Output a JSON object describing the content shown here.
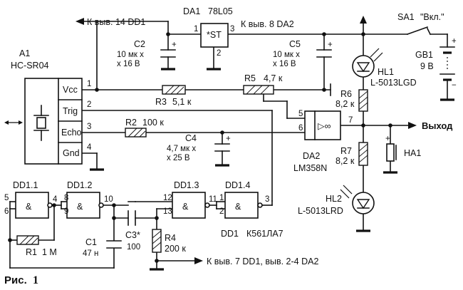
{
  "figure": {
    "caption_prefix": "Рис.",
    "caption_number": "1"
  },
  "sensor": {
    "ref": "A1",
    "model": "HC-SR04",
    "pins": [
      {
        "name": "Vcc",
        "num": "1"
      },
      {
        "name": "Trig",
        "num": "2"
      },
      {
        "name": "Echo",
        "num": "3"
      },
      {
        "name": "Gnd",
        "num": "4"
      }
    ],
    "arrows_symbol": "↔"
  },
  "regulator": {
    "ref": "DA1",
    "model": "78L05",
    "symbol": "*ST",
    "pin_in": "1",
    "pin_out": "3",
    "pin_gnd": "2"
  },
  "opamp": {
    "ref": "DA2",
    "model": "LM358N",
    "symbol": "▷∞",
    "pin_plus": "5",
    "pin_minus": "6",
    "pin_out": "7"
  },
  "logic": {
    "ic_ref": "DD1",
    "ic_model": "К561ЛА7",
    "gates": [
      {
        "ref": "DD1.1",
        "in_a": "5",
        "in_b": "6",
        "out": "4"
      },
      {
        "ref": "DD1.2",
        "in_a": "8",
        "in_b": "9",
        "out": "10"
      },
      {
        "ref": "DD1.3",
        "in_a": "12",
        "in_b": "13",
        "out": "11"
      },
      {
        "ref": "DD1.4",
        "in_a": "1",
        "in_b": "2",
        "out": "3"
      }
    ],
    "gate_symbol": "&"
  },
  "labels": {
    "to_dd1_pin14": "К выв. 14 DD1",
    "to_da2_pin8": "К выв. 8 DA2",
    "to_gnd_pins": "К выв. 7 DD1, выв. 2-4 DA2",
    "output": "Выход"
  },
  "switch": {
    "ref": "SA1",
    "label": "\"Вкл.\""
  },
  "battery": {
    "ref": "GB1",
    "value": "9 В",
    "plus": "+",
    "minus": "−"
  },
  "capacitors": [
    {
      "ref": "C2",
      "value_1": "10 мк х",
      "value_2": "х 16 В"
    },
    {
      "ref": "C5",
      "value_1": "10 мк х",
      "value_2": "х 16 В"
    },
    {
      "ref": "C4",
      "value_1": "4,7 мк х",
      "value_2": "х 25 В"
    },
    {
      "ref": "C1",
      "value_1": "47 н"
    },
    {
      "ref": "C3*",
      "value_1": "100"
    }
  ],
  "resistors": [
    {
      "ref": "R3",
      "value": "5,1 к"
    },
    {
      "ref": "R5",
      "value": "4,7 к"
    },
    {
      "ref": "R2",
      "value": "100 к"
    },
    {
      "ref": "R6",
      "value": "8,2 к"
    },
    {
      "ref": "R7",
      "value": "8,2 к"
    },
    {
      "ref": "R1",
      "value": "1 М"
    },
    {
      "ref": "R4",
      "value": "200 к"
    }
  ],
  "leds": [
    {
      "ref": "HL1",
      "model": "L-5013LGD"
    },
    {
      "ref": "HL2",
      "model": "L-5013LRD"
    }
  ],
  "buzzer": {
    "ref": "HA1",
    "plus": "+"
  },
  "plus_sign": "+"
}
